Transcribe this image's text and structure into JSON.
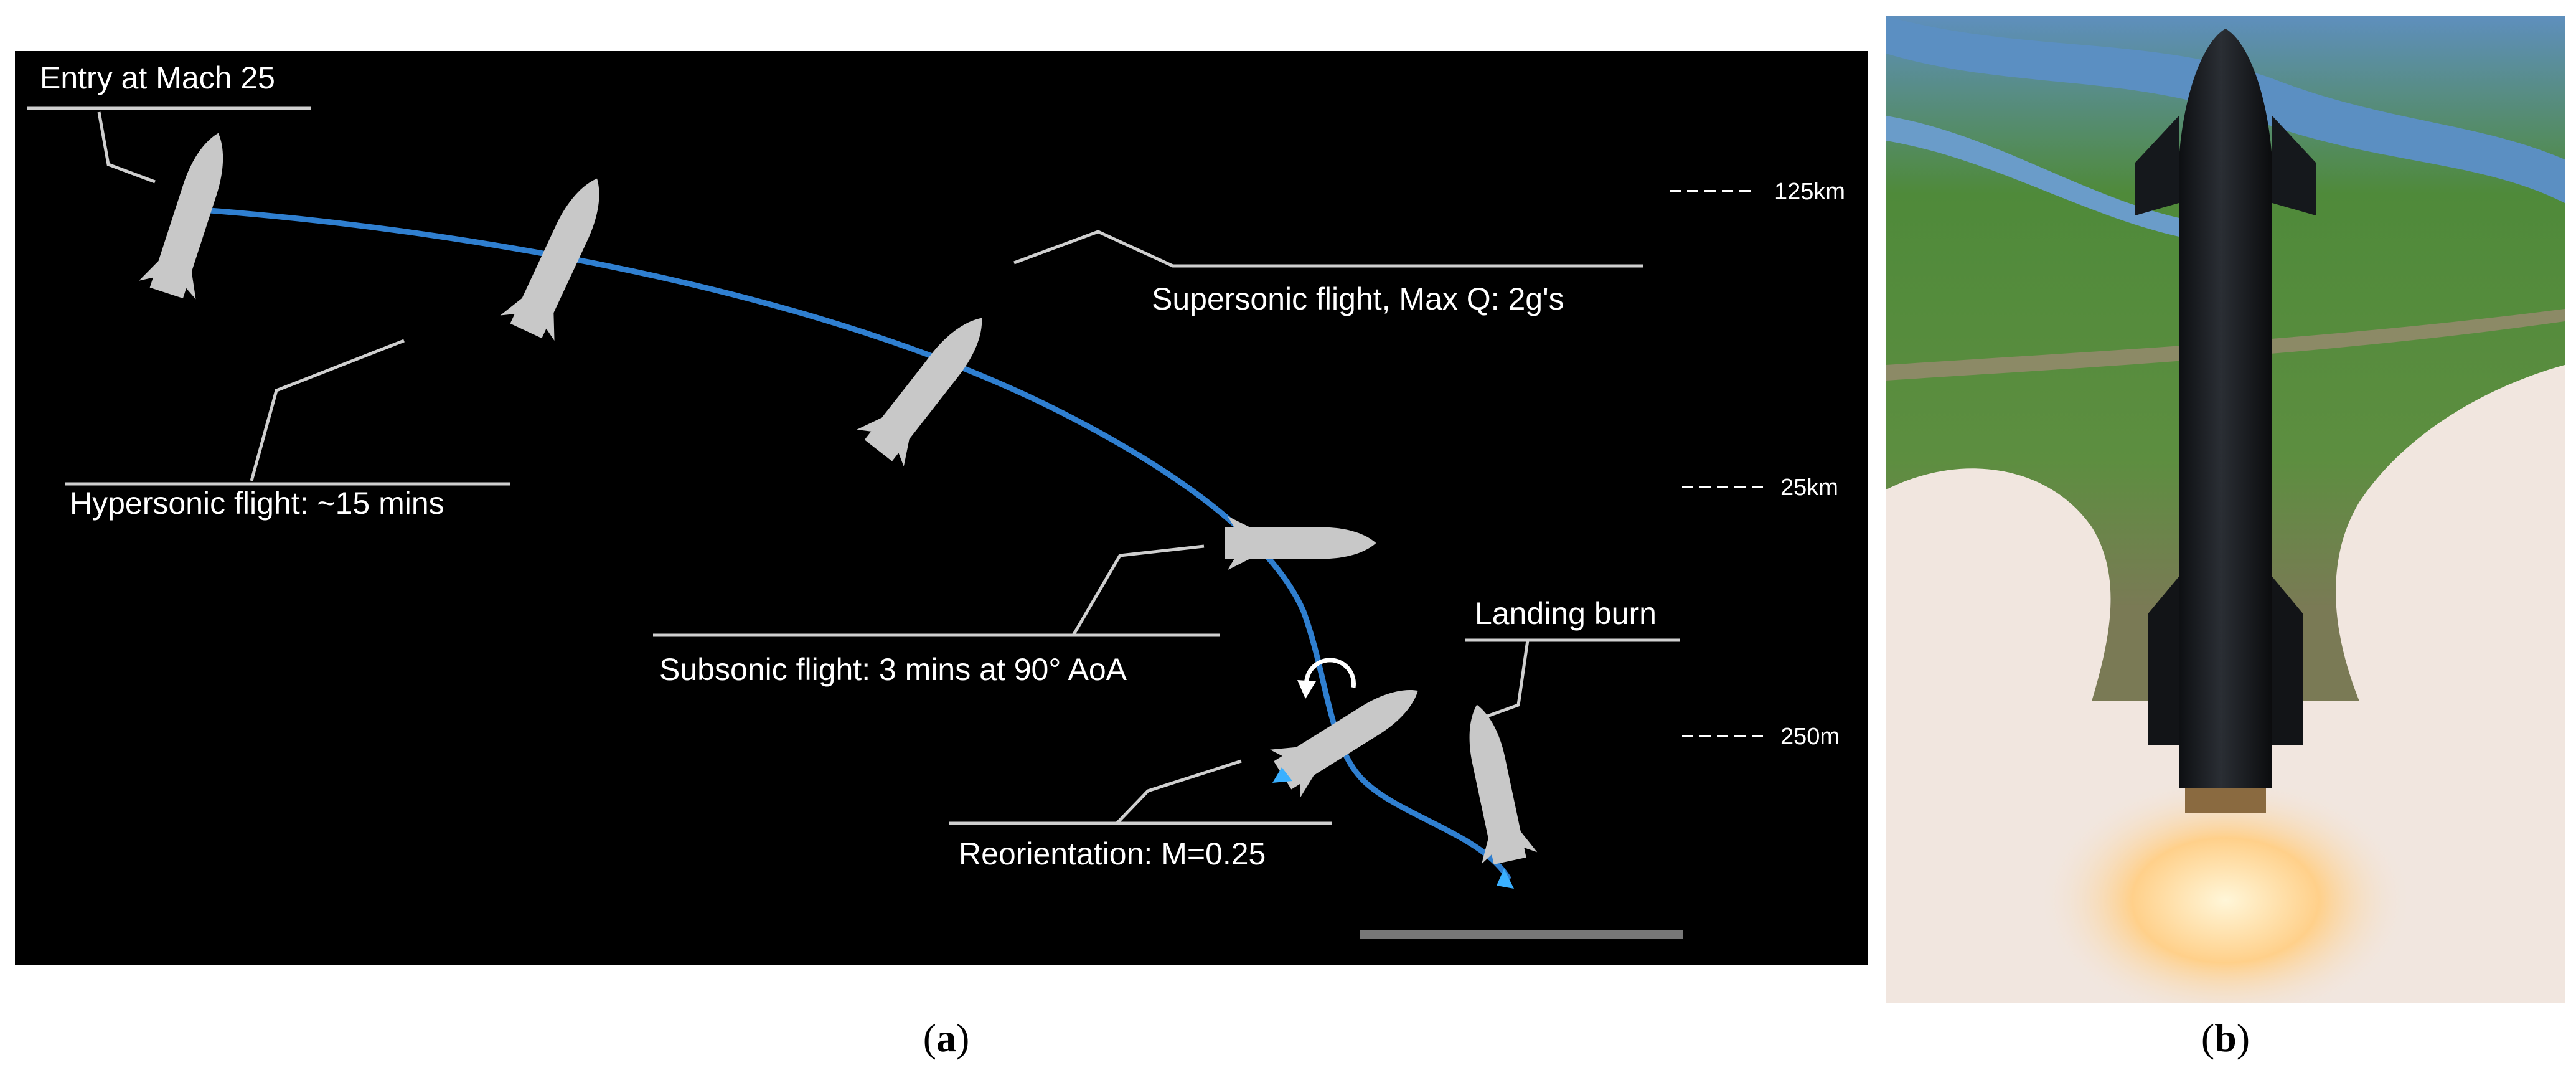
{
  "panel_a": {
    "labels": {
      "entry": "Entry at Mach 25",
      "hypersonic": "Hypersonic flight: ~15 mins",
      "supersonic": "Supersonic flight, Max Q: 2g's",
      "subsonic": "Subsonic flight: 3 mins at 90° AoA",
      "reorientation": "Reorientation: M=0.25",
      "landing_burn": "Landing burn"
    },
    "altitudes": [
      "125km",
      "25km",
      "250m"
    ],
    "colors": {
      "background": "#000000",
      "trajectory": "#2f7fd0",
      "vehicle": "#c8c8c8",
      "flame": "#3ab0ff"
    }
  },
  "panel_b": {
    "colors": {
      "sky_water": "#4a7fb0",
      "grass": "#4f8a3a",
      "vehicle": "#1c1f24",
      "plume": "#f1e6df",
      "flame": "#ffd08a"
    }
  },
  "captions": {
    "a": "a",
    "b": "b"
  }
}
